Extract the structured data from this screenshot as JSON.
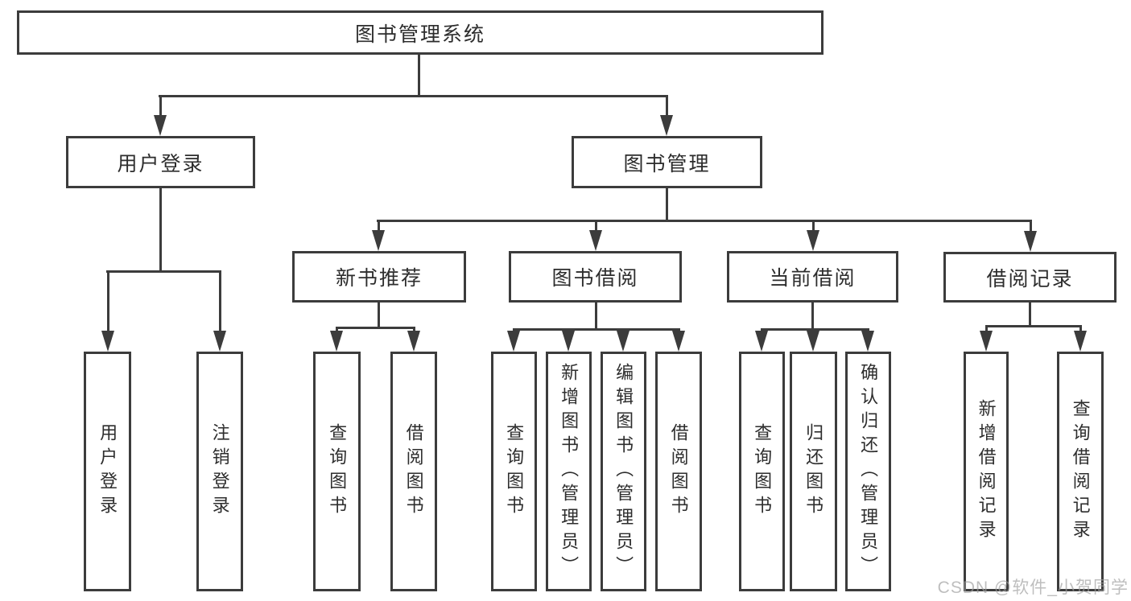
{
  "tree": {
    "root": {
      "label": "图书管理系统",
      "children": [
        {
          "label": "用户登录",
          "children": [
            {
              "label": "用户登录"
            },
            {
              "label": "注销登录"
            }
          ]
        },
        {
          "label": "图书管理",
          "children": [
            {
              "label": "新书推荐",
              "children": [
                {
                  "label": "查询图书"
                },
                {
                  "label": "借阅图书"
                }
              ]
            },
            {
              "label": "图书借阅",
              "children": [
                {
                  "label": "查询图书"
                },
                {
                  "label": "新增图书（管理员）"
                },
                {
                  "label": "编辑图书（管理员）"
                },
                {
                  "label": "借阅图书"
                }
              ]
            },
            {
              "label": "当前借阅",
              "children": [
                {
                  "label": "查询图书"
                },
                {
                  "label": "归还图书"
                },
                {
                  "label": "确认归还（管理员）"
                }
              ]
            },
            {
              "label": "借阅记录",
              "children": [
                {
                  "label": "新增借阅记录"
                },
                {
                  "label": "查询借阅记录"
                }
              ]
            }
          ]
        }
      ]
    }
  },
  "watermark": "CSDN @软件_小贺同学",
  "colors": {
    "line": "#3c3c3c",
    "text": "#2d2d2d",
    "background": "#ffffff",
    "watermark": "#a0a0a0"
  }
}
